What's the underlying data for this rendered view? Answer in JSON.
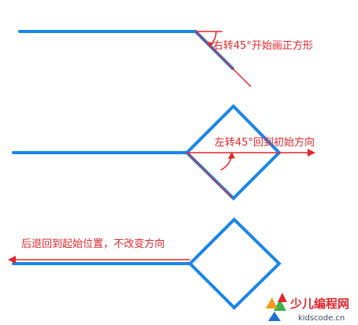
{
  "annotations": {
    "step1": "右转45°开始画正方形",
    "step2": "左转45°回到初始方向",
    "step3": "后退回到起始位置，不改变方向"
  },
  "watermark": {
    "name": "少儿编程网",
    "url": "kidscode.cn"
  },
  "colors": {
    "line": "#1a86e8",
    "annotation": "#e3262b",
    "logo_blue": "#1f6fd1",
    "logo_orange": "#f29b1d",
    "logo_green": "#3db24a",
    "logo_red": "#e3262b"
  }
}
